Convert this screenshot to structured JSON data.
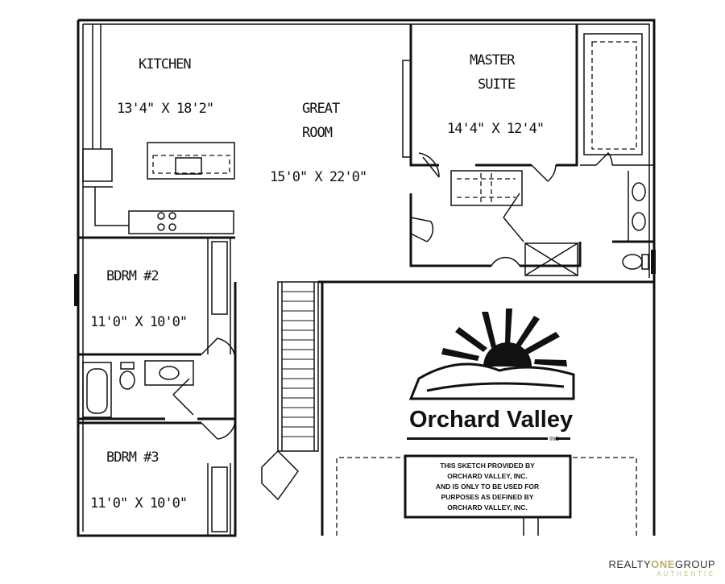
{
  "rooms": {
    "kitchen": {
      "name": "KITCHEN",
      "size": "13'4\" X 18'2\""
    },
    "great_room": {
      "name_line1": "GREAT",
      "name_line2": "ROOM",
      "size": "15'0\" X 22'0\""
    },
    "master_suite": {
      "name_line1": "MASTER",
      "name_line2": "SUITE",
      "size": "14'4\" X 12'4\""
    },
    "bedroom2": {
      "name": "BDRM #2",
      "size": "11'0\" X 10'0\""
    },
    "bedroom3": {
      "name": "BDRM #3",
      "size": "11'0\" X 10'0\""
    }
  },
  "logo": {
    "name": "Orchard Valley",
    "suffix": "INC"
  },
  "disclaimer": [
    "THIS SKETCH PROVIDED BY",
    "ORCHARD VALLEY, INC.",
    "AND IS ONLY TO BE USED FOR",
    "PURPOSES AS DEFINED BY",
    "ORCHARD VALLEY, INC."
  ],
  "watermark": {
    "part1": "REALTY",
    "part2": "ONE",
    "part3": "GROUP",
    "line2": "AUTHENTIC"
  }
}
